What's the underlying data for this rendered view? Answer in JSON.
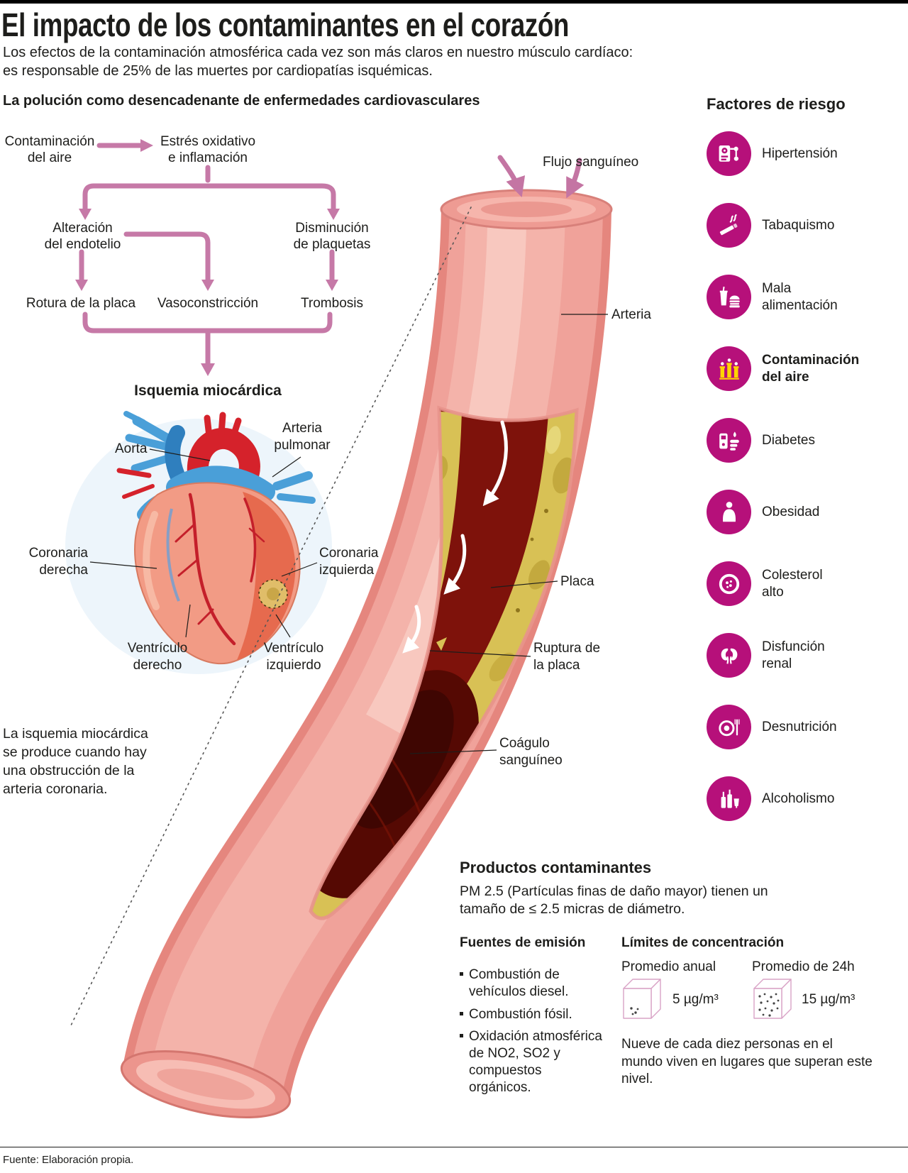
{
  "header": {
    "title": "El impacto de los contaminantes en el corazón",
    "subtitle_line1": "Los efectos de la contaminación atmosférica cada vez son más claros en nuestro músculo cardíaco:",
    "subtitle_line2": "es responsable de 25% de las muertes por cardiopatías isquémicas."
  },
  "flow": {
    "title": "La polución como desencadenante de enfermedades cardiovasculares",
    "nodes": {
      "contaminacion": [
        "Contaminación",
        "del aire"
      ],
      "estres": [
        "Estrés oxidativo",
        "e inflamación"
      ],
      "alteracion": [
        "Alteración",
        "del endotelio"
      ],
      "disminucion": [
        "Disminución",
        "de plaquetas"
      ],
      "rotura": "Rotura de la placa",
      "vasoconstriccion": "Vasoconstricción",
      "trombosis": "Trombosis",
      "isquemia": "Isquemia miocárdica"
    }
  },
  "heart": {
    "labels": {
      "aorta": "Aorta",
      "arteria_pulmonar": [
        "Arteria",
        "pulmonar"
      ],
      "coronaria_derecha": [
        "Coronaria",
        "derecha"
      ],
      "coronaria_izquierda": [
        "Coronaria",
        "izquierda"
      ],
      "ventriculo_derecho": [
        "Ventrículo",
        "derecho"
      ],
      "ventriculo_izquierdo": [
        "Ventrículo",
        "izquierdo"
      ]
    },
    "note": "La isquemia miocárdica se produce cuando hay una obstrucción de la arteria coronaria."
  },
  "artery": {
    "labels": {
      "flujo": "Flujo sanguíneo",
      "arteria": "Arteria",
      "placa": "Placa",
      "ruptura": [
        "Ruptura de",
        "la placa"
      ],
      "coagulo": [
        "Coágulo",
        "sanguíneo"
      ]
    }
  },
  "risk_factors": {
    "title": "Factores de riesgo",
    "items": [
      {
        "icon": "blood-pressure-monitor",
        "lines": [
          "Hipertensión"
        ]
      },
      {
        "icon": "cigarette",
        "lines": [
          "Tabaquismo"
        ]
      },
      {
        "icon": "junk-food",
        "lines": [
          "Mala",
          "alimentación"
        ]
      },
      {
        "icon": "factory-chimneys",
        "lines": [
          "Contaminación",
          "del aire"
        ],
        "emphasis": true
      },
      {
        "icon": "glucose-meter",
        "lines": [
          "Diabetes"
        ]
      },
      {
        "icon": "obese-person",
        "lines": [
          "Obesidad"
        ]
      },
      {
        "icon": "artery-cross-section",
        "lines": [
          "Colesterol",
          "alto"
        ]
      },
      {
        "icon": "kidneys",
        "lines": [
          "Disfunción",
          "renal"
        ]
      },
      {
        "icon": "plate-and-fork",
        "lines": [
          "Desnutrición"
        ]
      },
      {
        "icon": "alcohol-bottles",
        "lines": [
          "Alcoholismo"
        ]
      }
    ]
  },
  "pollutants": {
    "title": "Productos contaminantes",
    "description": "PM 2.5 (Partículas finas de daño mayor) tienen un tamaño de ≤ 2.5 micras de diámetro.",
    "sources": {
      "title": "Fuentes de emisión",
      "items": [
        "Combustión de vehículos diesel.",
        "Combustión fósil.",
        "Oxidación atmosférica de NO2, SO2 y compuestos orgánicos."
      ]
    },
    "limits": {
      "title": "Límites de concentración",
      "annual_label": "Promedio anual",
      "annual_value": "5 µg/m³",
      "daily_label": "Promedio de 24h",
      "daily_value": "15 µg/m³",
      "note": "Nueve de cada diez personas en el mundo viven en lugares que superan este nivel."
    }
  },
  "colors": {
    "accent_magenta": "#b6107a",
    "arrow_pink": "#c679a7",
    "artery_pink": "#f0a29a",
    "plaque_yellow": "#d8c155",
    "clot_dark_red": "#550903"
  },
  "footer": {
    "source": "Fuente: Elaboración propia."
  }
}
